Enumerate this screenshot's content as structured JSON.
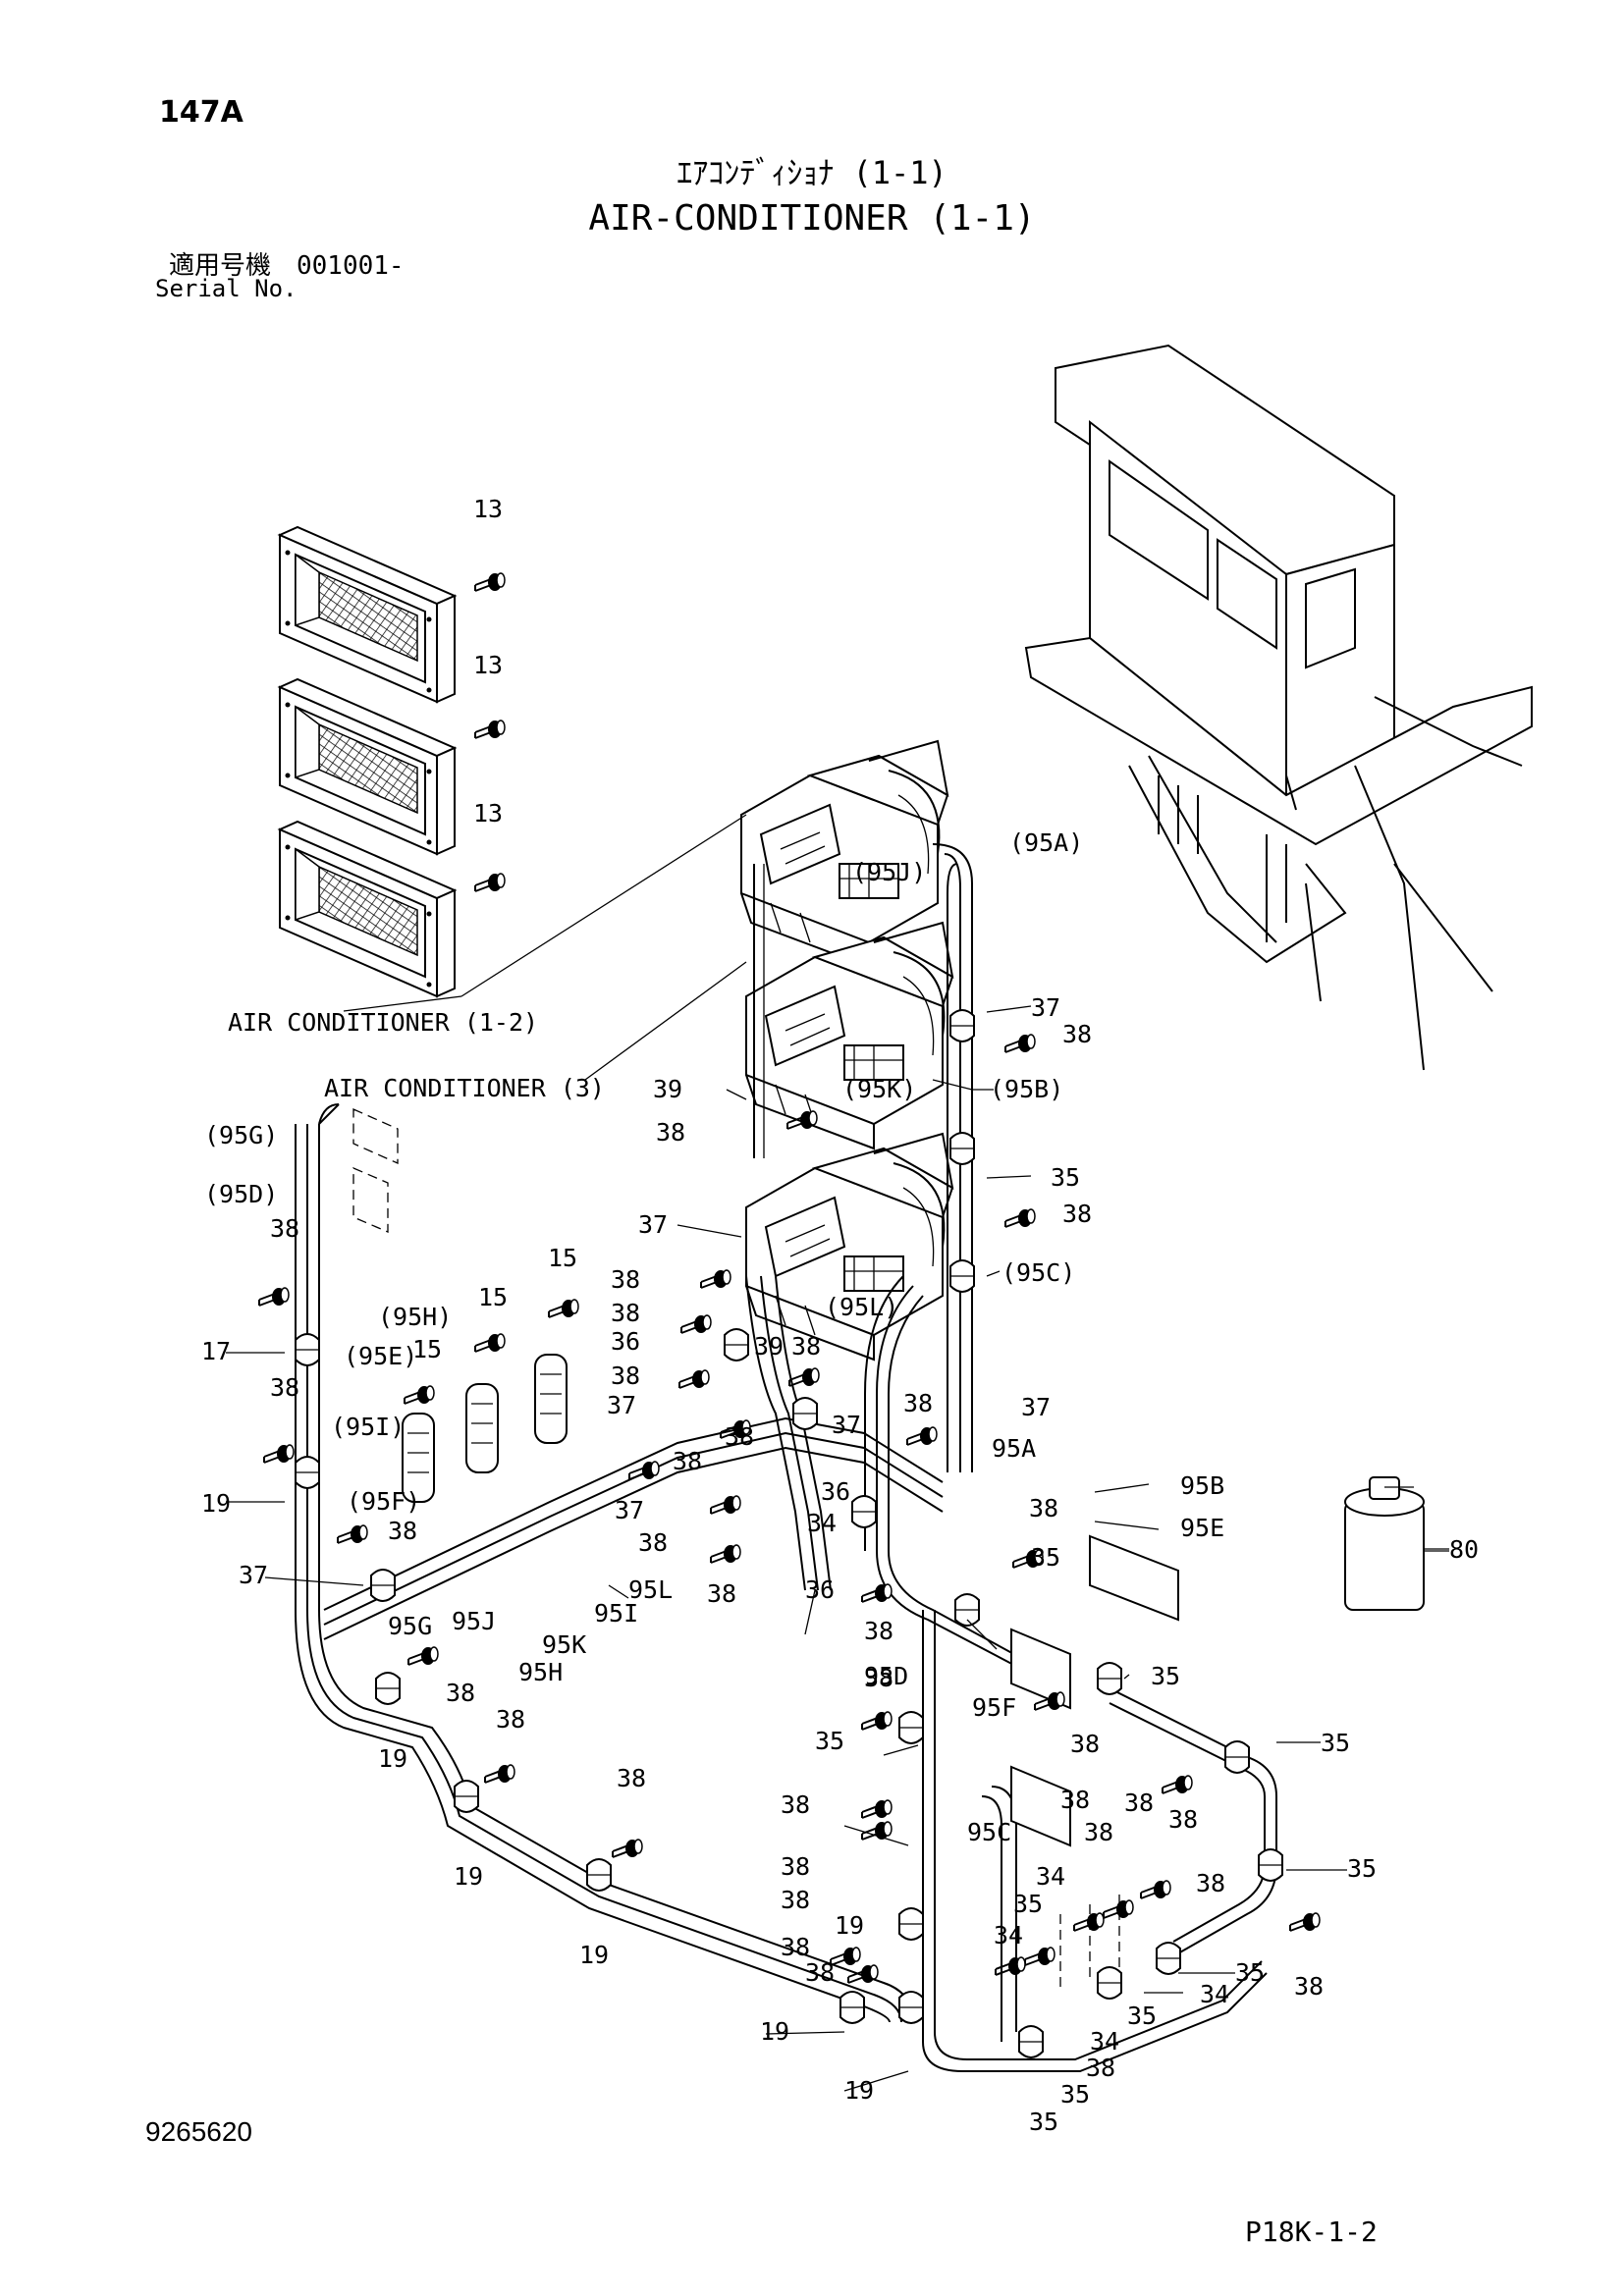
{
  "header": {
    "page_no": "147A",
    "title_jp": "ｴｱｺﾝﾃﾞｨｼｮﾅ (1-1)",
    "title_en": "AIR-CONDITIONER (1-1)",
    "serial_jp": "適用号機　001001-",
    "serial_en": "Serial No."
  },
  "footer": {
    "doc_no": "9265620",
    "plate_no": "P18K-1-2"
  },
  "callouts": {
    "air_conditioner_1_2": "AIR CONDITIONER (1-2)",
    "air_conditioner_3": "AIR CONDITIONER (3)"
  },
  "part_labels": {
    "p13": "13",
    "p15": "15",
    "p17": "17",
    "p19": "19",
    "p34": "34",
    "p35": "35",
    "p36": "36",
    "p37": "37",
    "p38": "38",
    "p39": "39",
    "p80": "80",
    "r95A": "(95A)",
    "r95B": "(95B)",
    "r95C": "(95C)",
    "r95D": "(95D)",
    "r95E": "(95E)",
    "r95F": "(95F)",
    "r95G": "(95G)",
    "r95H": "(95H)",
    "r95I": "(95I)",
    "r95J": "(95J)",
    "r95K": "(95K)",
    "r95L": "(95L)",
    "h95A": "95A",
    "h95B": "95B",
    "h95C": "95C",
    "h95D": "95D",
    "h95E": "95E",
    "h95F": "95F",
    "h95G": "95G",
    "h95H": "95H",
    "h95I": "95I",
    "h95J": "95J",
    "h95K": "95K",
    "h95L": "95L"
  }
}
